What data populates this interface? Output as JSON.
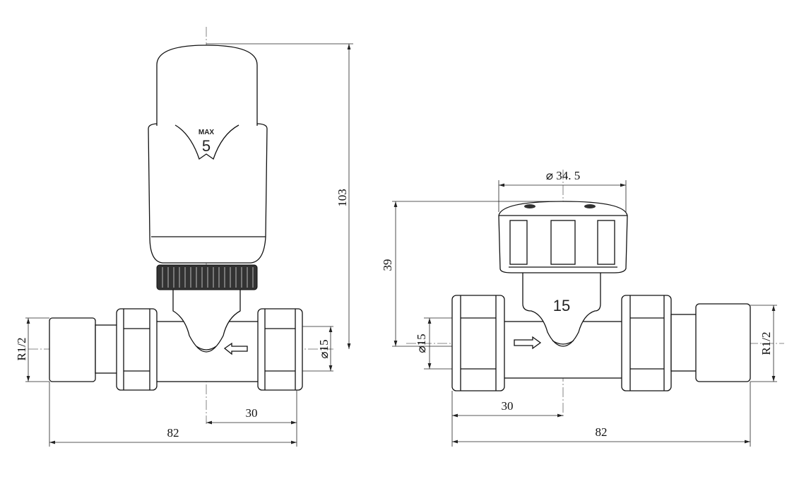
{
  "left_valve": {
    "head_max_label": "MAX",
    "head_setting": "5",
    "dim_height": "103",
    "dim_thread": "R1/2",
    "dim_pipe_diameter": "⌀15",
    "dim_offset": "30",
    "dim_length": "82"
  },
  "right_valve": {
    "dim_cap_diameter": "⌀ 34. 5",
    "dim_height": "39",
    "body_marking": "15",
    "dim_pipe_diameter": "⌀15",
    "dim_thread": "R1/2",
    "dim_offset": "30",
    "dim_length": "82"
  }
}
